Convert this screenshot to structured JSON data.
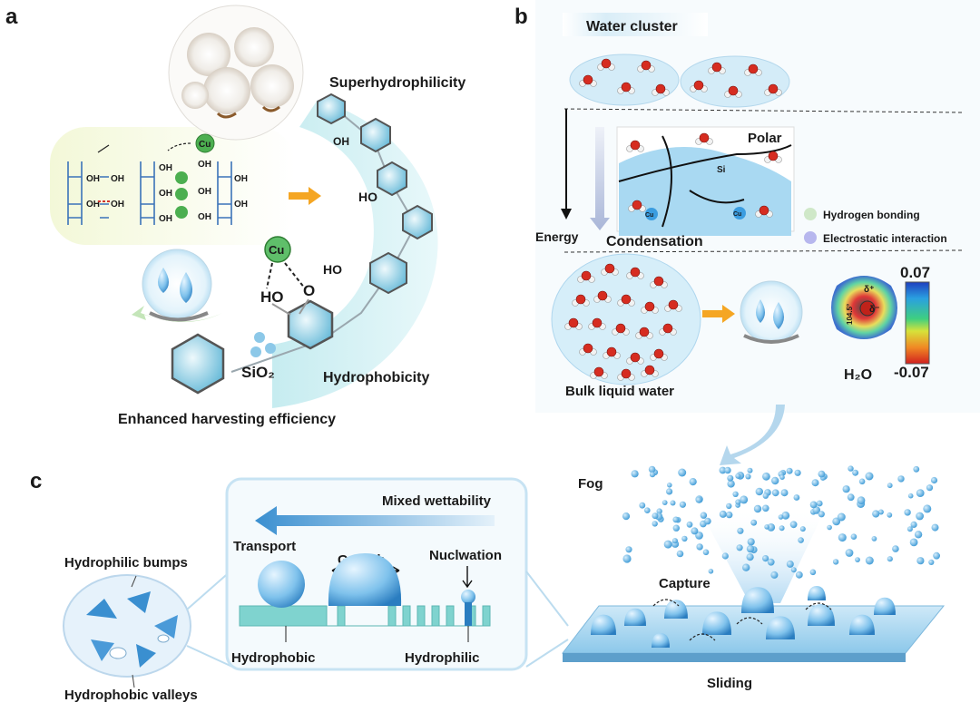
{
  "panels": {
    "a": {
      "letter": "a",
      "superhydrophilicity": "Superhydrophilicity",
      "hydrophobicity": "Hydrophobicity",
      "enhanced": "Enhanced harvesting efficiency",
      "sio2": "SiO₂",
      "cu": "Cu",
      "ho": "HO",
      "oh": "OH",
      "o": "O"
    },
    "b": {
      "letter": "b",
      "water_cluster": "Water cluster",
      "polar": "Polar",
      "energy": "Energy",
      "condensation": "Condensation",
      "bulk_liquid_water": "Bulk liquid water",
      "legend_hbond": "Hydrogen bonding",
      "legend_electrostatic": "Electrostatic interaction",
      "colorbar_max": "0.07",
      "colorbar_min": "-0.07",
      "h2o": "H₂O",
      "angle": "104.5°",
      "delta_plus": "δ⁺",
      "delta_minus": "δ⁻",
      "si": "Si",
      "cu": "Cu"
    },
    "c": {
      "letter": "c",
      "mixed_wettability": "Mixed wettability",
      "transport": "Transport",
      "growth": "Growth",
      "nucleation": "Nuclwation",
      "hydrophobic": "Hydrophobic",
      "hydrophilic": "Hydrophilic",
      "hydrophilic_bumps": "Hydrophilic bumps",
      "hydrophobic_valleys": "Hydrophobic valleys",
      "fog": "Fog",
      "capture": "Capture",
      "sliding": "Sliding"
    }
  },
  "colors": {
    "accent_blue": "#1e88d2",
    "light_blue": "#cfe8f6",
    "teal": "#7fd3cf",
    "cu_green": "#4caf50",
    "oxygen_red": "#d62c20",
    "orange_arrow": "#f5a623"
  }
}
